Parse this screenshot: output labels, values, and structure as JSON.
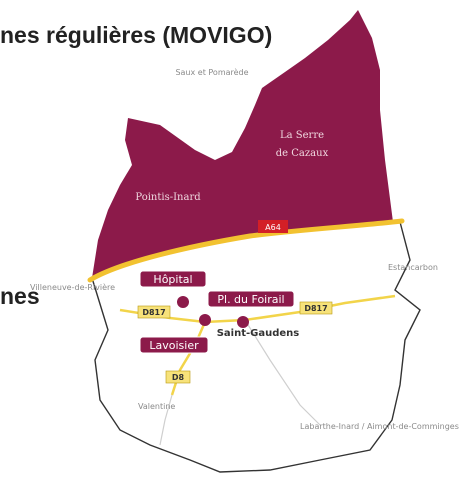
{
  "header": {
    "title": "nes régulières (MOVIGO)",
    "side_text": "nes"
  },
  "map": {
    "places": {
      "top": "Saux et Pomarède",
      "left": "Villeneuve-de-Rivière",
      "right": "Estancarbon",
      "bottom_left": "Valentine",
      "bottom_right": "Labarthe-Inard / Aimont-de-Comminges"
    },
    "zones": {
      "zone1": "La Serre",
      "zone1b": "de Cazaux",
      "zone2": "Pointis-Inard"
    },
    "roads": {
      "a64": "A64",
      "d817_left": "D817",
      "d817_right": "D817",
      "d8": "D8"
    },
    "stops": {
      "hopital": "Hôpital",
      "pl_foirail": "Pl. du Foirail",
      "lavoisier": "Lavoisier"
    },
    "city": "Saint-Gaudens",
    "colors": {
      "zone_fill": "#8c1a4a",
      "stop_fill": "#8c1a4a",
      "road_yellow": "#f2c230",
      "a64_badge": "#d31f26",
      "outline": "#ffffff"
    }
  }
}
